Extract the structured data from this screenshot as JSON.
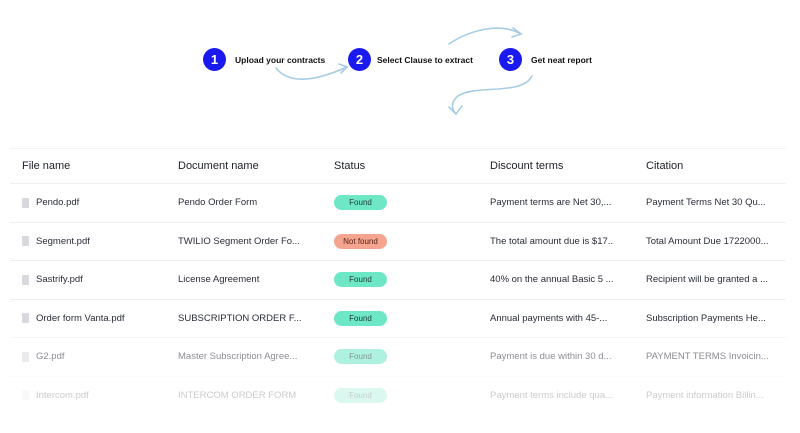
{
  "colors": {
    "accent": "#1a1aef",
    "arrow": "#a7cde4",
    "found": "#6ee7c7",
    "not_found": "#f5a48f"
  },
  "steps": [
    {
      "number": "1",
      "label": "Upload your contracts"
    },
    {
      "number": "2",
      "label": "Select Clause to extract"
    },
    {
      "number": "3",
      "label": "Get neat report"
    }
  ],
  "table": {
    "columns": [
      "File name",
      "Document name",
      "Status",
      "Discount terms",
      "Citation"
    ],
    "rows": [
      {
        "file": "Pendo.pdf",
        "document": "Pendo Order Form",
        "status": "Found",
        "discount": "Payment terms are Net 30,...",
        "citation": "Payment Terms Net 30 Qu..."
      },
      {
        "file": "Segment.pdf",
        "document": "TWILIO Segment Order Fo...",
        "status": "Not found",
        "discount": "The total amount due is $17...",
        "citation": "Total Amount Due 1722000..."
      },
      {
        "file": "Sastrify.pdf",
        "document": "License Agreement",
        "status": "Found",
        "discount": "40% on the annual Basic 5 ...",
        "citation": "Recipient will be granted a ..."
      },
      {
        "file": "Order form Vanta.pdf",
        "document": "SUBSCRIPTION ORDER F...",
        "status": "Found",
        "discount": "Annual payments with 45-...",
        "citation": "Subscription Payments He..."
      },
      {
        "file": "G2.pdf",
        "document": "Master Subscription Agree...",
        "status": "Found",
        "discount": "Payment is due within 30 d...",
        "citation": "PAYMENT TERMS Invoicin..."
      },
      {
        "file": "Intercom.pdf",
        "document": "INTERCOM ORDER FORM",
        "status": "Found",
        "discount": "Payment terms include qua...",
        "citation": "Payment information Billin..."
      }
    ]
  }
}
